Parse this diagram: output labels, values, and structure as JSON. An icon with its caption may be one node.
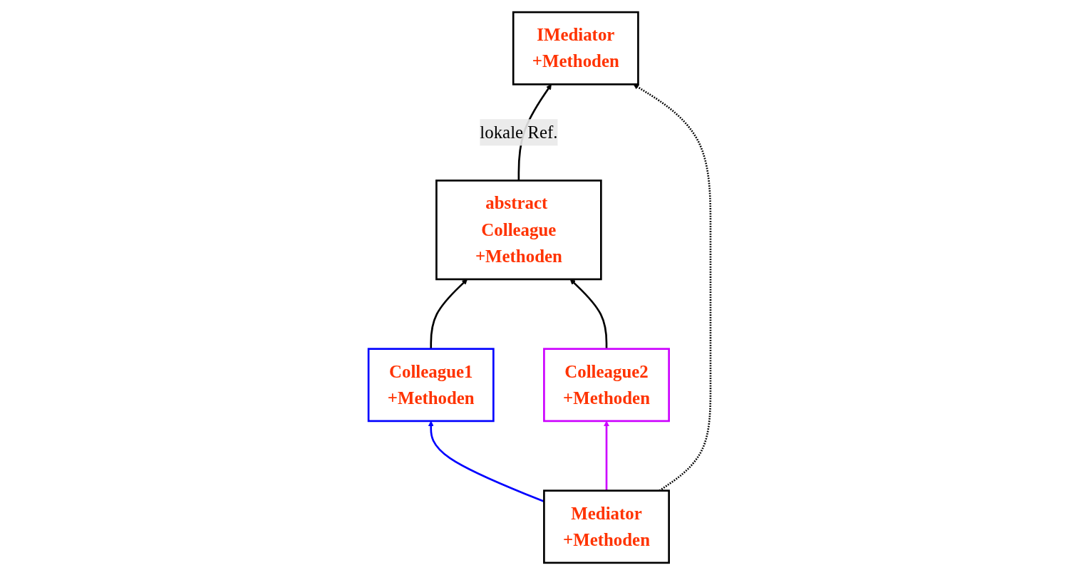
{
  "diagram": {
    "nodes": [
      {
        "text": [
          "IMediator",
          "+Methoden"
        ]
      },
      {
        "text": [
          "abstract Colleague",
          "+Methoden"
        ]
      },
      {
        "text": [
          "Mediator",
          "+Methoden"
        ]
      },
      {
        "text": [
          "Colleague1",
          "+Methoden"
        ]
      },
      {
        "text": [
          "Colleague2",
          "+Methoden"
        ]
      }
    ],
    "edges": [
      {
        "from": 1,
        "to": 0,
        "arrow": "to",
        "label": "lokale Ref."
      },
      {
        "from": 2,
        "to": 0,
        "arrow": "to",
        "style": "dashed"
      },
      {
        "from": 3,
        "to": 1,
        "arrow": "to"
      },
      {
        "from": 4,
        "to": 1,
        "arrow": "to"
      },
      {
        "from": 2,
        "to": 3,
        "arrow": "to",
        "color": "#0000ff"
      },
      {
        "from": 2,
        "to": 4,
        "arrow": "to",
        "color": "#cc00ff"
      }
    ]
  }
}
